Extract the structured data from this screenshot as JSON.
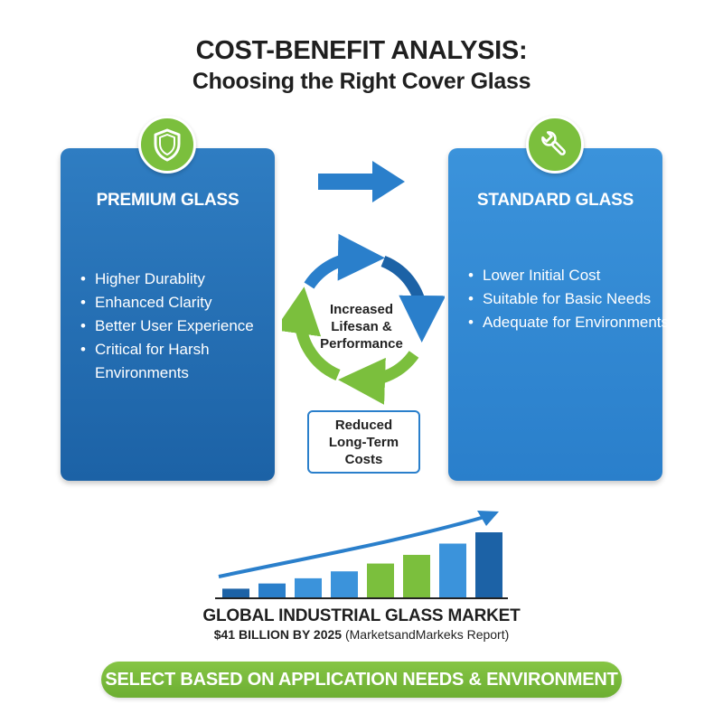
{
  "title": {
    "main": "COST-BENEFIT ANALYSIS:",
    "sub": "Choosing the Right Cover Glass"
  },
  "premium": {
    "icon": "shield-icon",
    "title": "PREMIUM GLASS",
    "bullets": [
      "Higher Durablity",
      "Enhanced Clarity",
      "Better User Experience",
      "Critical for Harsh Environments"
    ]
  },
  "standard": {
    "icon": "wrench-icon",
    "title": "STANDARD GLASS",
    "bullets": [
      "Lower Initial Cost",
      "Suitable for Basic Needs",
      "Adequate for Environments"
    ]
  },
  "cycle": {
    "line1": "Increased",
    "line2": "Lifesan &",
    "line3": "Performance"
  },
  "costs": {
    "line1": "Reduced",
    "line2": "Long-Term",
    "line3": "Costs"
  },
  "market": {
    "title": "GLOBAL INDUSTRIAL GLASS MARKET",
    "value": "$41 BILLION BY 2025",
    "source": "(MarketsandMarkeks Report)"
  },
  "cta": "SELECT BASED ON APPLICATION NEEDS & ENVIRONMENT",
  "colors": {
    "blue_dark": "#1c62a6",
    "blue_light": "#2a7fcb",
    "green": "#7bbf3d"
  },
  "growth_bars": [
    {
      "value": 1,
      "color": "#1c62a6"
    },
    {
      "value": 1.6,
      "color": "#2a7fcb"
    },
    {
      "value": 2.2,
      "color": "#3b93db"
    },
    {
      "value": 3.0,
      "color": "#3b93db"
    },
    {
      "value": 3.9,
      "color": "#7bbf3d"
    },
    {
      "value": 4.9,
      "color": "#7bbf3d"
    },
    {
      "value": 6.2,
      "color": "#3b93db"
    },
    {
      "value": 7.5,
      "color": "#1c62a6"
    }
  ]
}
